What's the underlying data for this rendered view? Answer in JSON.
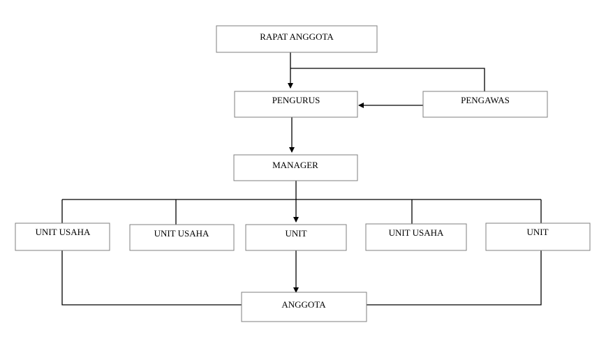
{
  "nodes": {
    "rapat_anggota": "RAPAT ANGGOTA",
    "pengurus": "PENGURUS",
    "pengawas": "PENGAWAS",
    "manager": "MANAGER",
    "unit_usaha_1": "UNIT USAHA",
    "unit_usaha_2": "UNIT USAHA",
    "unit_3": "UNIT",
    "unit_usaha_4": "UNIT USAHA",
    "unit_5": "UNIT",
    "anggota": "ANGGOTA"
  }
}
